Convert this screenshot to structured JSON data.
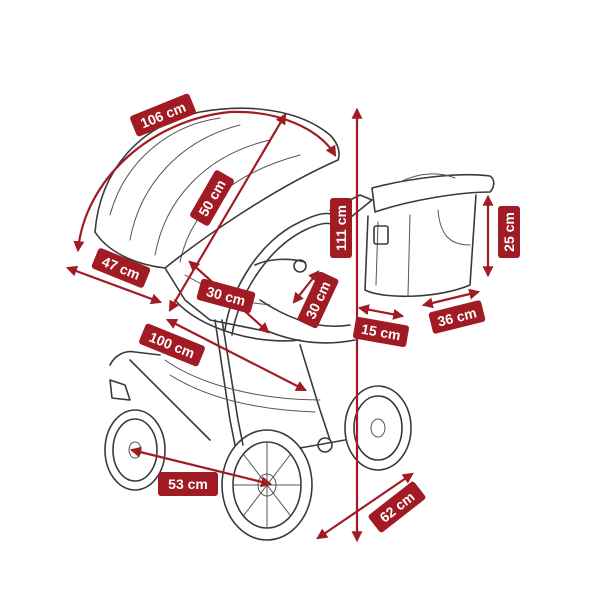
{
  "accent_color": "#a11b24",
  "outline_color": "#3a3a3a",
  "dimensions": {
    "canopy_arc": "106 cm",
    "canopy_depth": "50 cm",
    "seat_width": "47 cm",
    "backrest": "30 cm",
    "footrest": "30 cm",
    "seat_length": "100 cm",
    "height": "111 cm",
    "bag_height": "25 cm",
    "bag_depth": "15 cm",
    "bag_width": "36 cm",
    "wheel": "53 cm",
    "width": "62 cm"
  }
}
